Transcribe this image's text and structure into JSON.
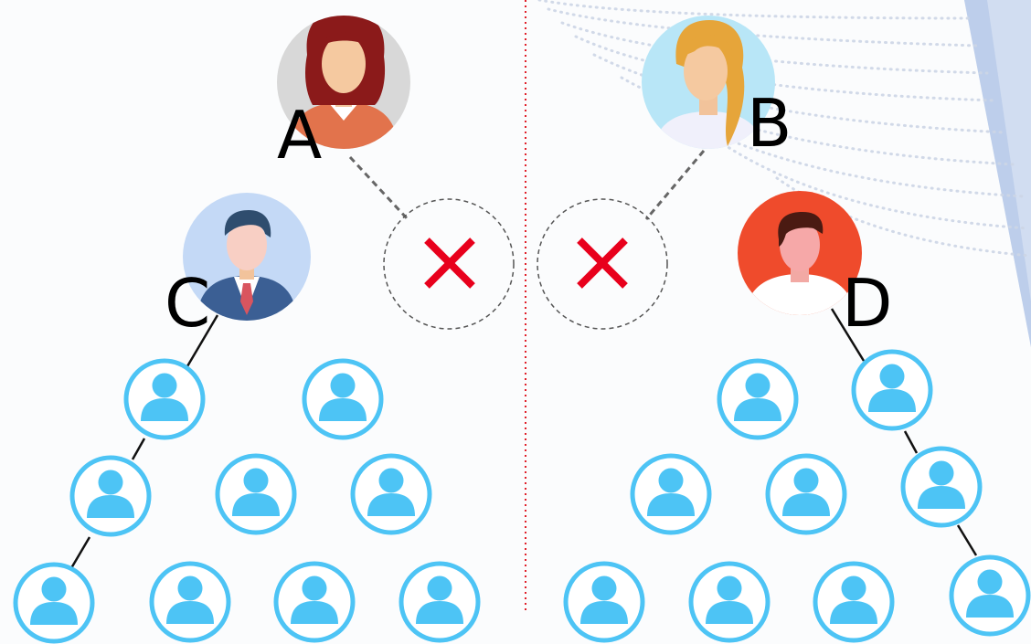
{
  "labels": {
    "a": "A",
    "b": "B",
    "c": "C",
    "d": "D"
  },
  "icons": {
    "cross": "cross-icon",
    "user": "user-icon"
  },
  "colors": {
    "user_ring": "#4dc4f5",
    "user_fill": "#4dc4f5",
    "cross": "#e8001c",
    "divider": "#e0202a",
    "connector_dashed": "#666666",
    "connector_solid": "#111111",
    "avatar_b_bg": "#b8e6f7",
    "avatar_a_bg": "#d8d8d8",
    "avatar_c_bg": "#c4d9f6",
    "avatar_d_bg": "#ef4b2c"
  }
}
